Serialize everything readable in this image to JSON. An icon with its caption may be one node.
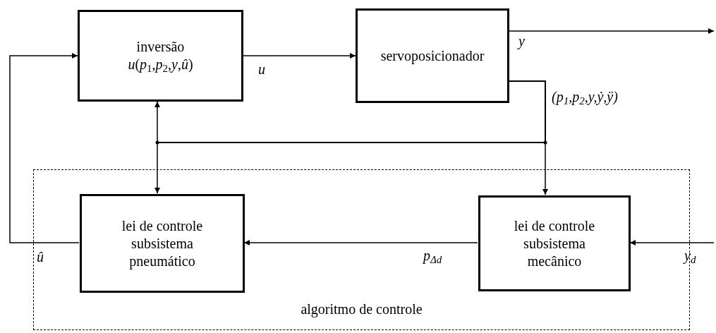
{
  "diagram": {
    "nodes": [
      {
        "text": [
          "inversão",
          "*u*(*p*$_{1}$,*p*$_{2}$,*y*,*û*)"
        ]
      },
      {
        "text": [
          "servoposicionador"
        ]
      },
      {
        "text": [
          "algoritmo de controle"
        ]
      },
      {
        "text": [
          "lei de controle subsistema pneumático"
        ],
        "in": 2
      },
      {
        "text": [
          "lei de controle subsistema mecânico"
        ],
        "in": 2
      }
    ],
    "edges": [
      {
        "from": 0,
        "to": 1,
        "arrow": "to",
        "label": "u"
      },
      {
        "from": 1,
        "to": null,
        "arrow": "to",
        "label": "y"
      },
      {
        "from": 1,
        "to": 4,
        "arrow": "to",
        "label": "(p$_{1}$,p$_{2}$,y,ẏ,ÿ)"
      },
      {
        "from": 1,
        "to": 0,
        "arrow": "to"
      },
      {
        "from": 1,
        "to": 3,
        "arrow": "to"
      },
      {
        "from": 4,
        "to": 3,
        "arrow": "to",
        "label": "p$_{Δd}$"
      },
      {
        "from": null,
        "to": 4,
        "arrow": "to",
        "label": "y$_{d}$"
      },
      {
        "from": 3,
        "to": 0,
        "arrow": "to",
        "label": "û"
      }
    ]
  }
}
